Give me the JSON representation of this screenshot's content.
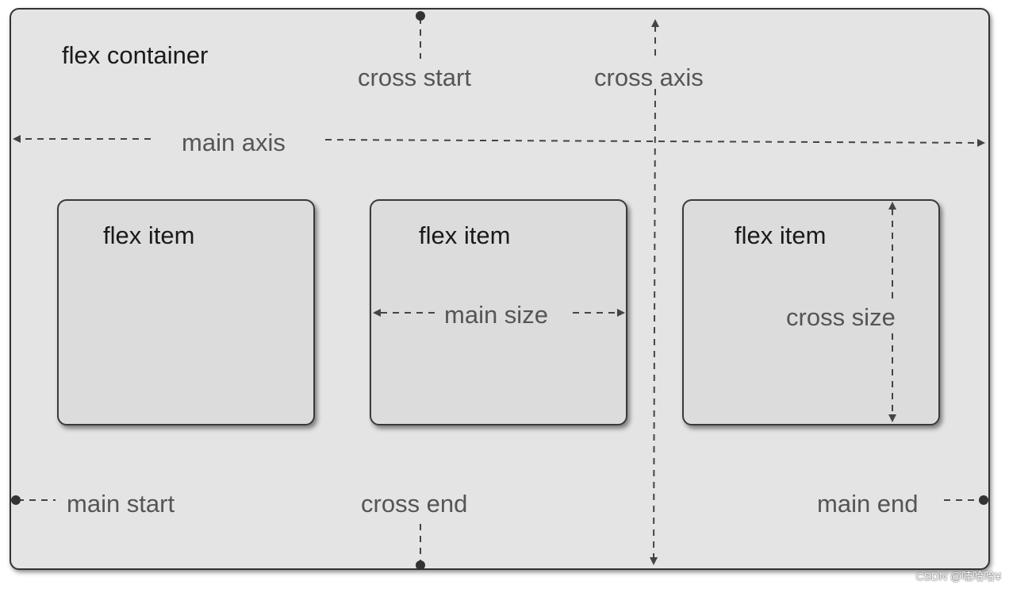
{
  "container": {
    "title": "flex container",
    "items": [
      {
        "label": "flex item"
      },
      {
        "label": "flex item"
      },
      {
        "label": "flex item"
      }
    ]
  },
  "axes": {
    "main_axis": "main axis",
    "cross_axis": "cross axis",
    "main_start": "main start",
    "main_end": "main end",
    "cross_start": "cross start",
    "cross_end": "cross end",
    "main_size": "main size",
    "cross_size": "cross size"
  },
  "watermark": "CSDN @哇哈哈¥",
  "colors": {
    "container_bg": "#e4e4e4",
    "item_bg": "#dcdcdc",
    "line": "#444444",
    "label": "#555555"
  }
}
